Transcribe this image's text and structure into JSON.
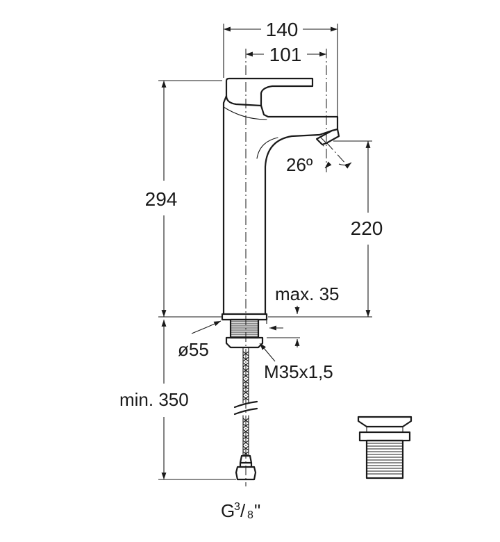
{
  "dimensions": {
    "overall_width": "140",
    "spout_reach": "101",
    "total_height": "294",
    "spout_height": "220",
    "spout_angle": "26º",
    "max_deck": "max. 35",
    "base_diameter": "ø55",
    "thread": "M35x1,5",
    "hose_length": "min. 350",
    "connection": "G",
    "connection_num": "3",
    "connection_den": "8",
    "connection_unit": "\""
  },
  "colors": {
    "ink": "#1a1a1a",
    "background": "#ffffff"
  }
}
